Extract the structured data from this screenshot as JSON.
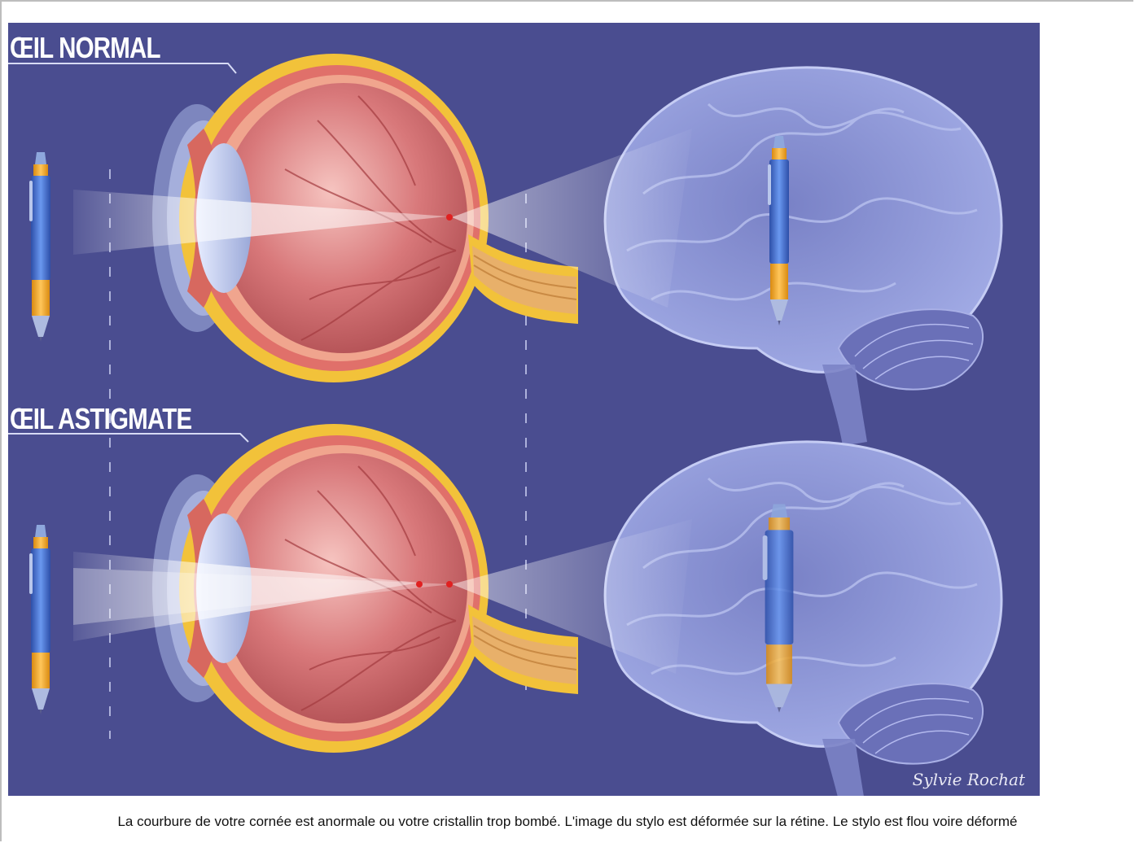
{
  "panel": {
    "heading_normal": "ŒIL NORMAL",
    "heading_astigmate": "ŒIL ASTIGMATE",
    "signature": "Sylvie Rochat"
  },
  "caption": "La courbure de votre cornée est anormale ou votre cristallin trop bombé. L'image du stylo est déformée sur la rétine. Le stylo est flou voire déformé",
  "colors": {
    "background": "#4a4d90",
    "sclera": "#f2c23a",
    "choroid": "#e0706a",
    "vitreous": "#c85a58",
    "brain": "#8d97d8",
    "pen_barrel": "#3f6fd0",
    "pen_band": "#f3a524",
    "focal_point": "#e02020"
  },
  "icons": [
    "eye-cross-section",
    "brain",
    "pen",
    "light-beam"
  ]
}
